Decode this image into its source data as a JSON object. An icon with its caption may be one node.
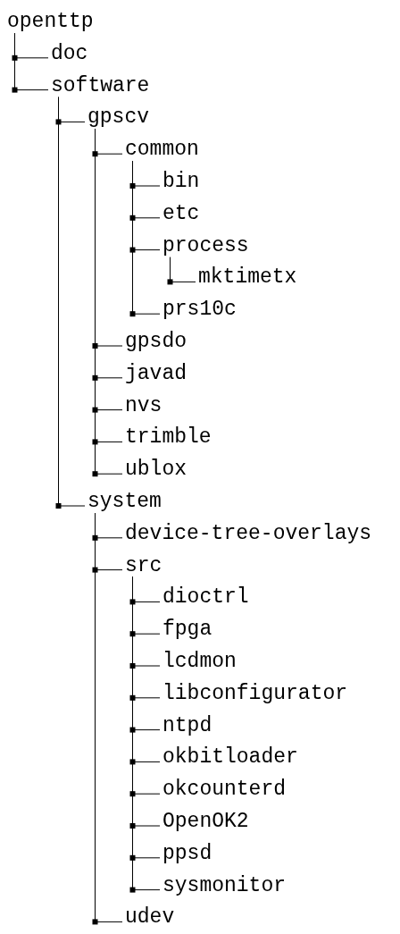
{
  "diagram": {
    "nodes": [
      {
        "text": [
          "openttp"
        ]
      },
      {
        "text": [
          "doc"
        ]
      },
      {
        "text": [
          "software"
        ]
      },
      {
        "text": [
          "gpscv"
        ]
      },
      {
        "text": [
          "common"
        ]
      },
      {
        "text": [
          "bin"
        ]
      },
      {
        "text": [
          "etc"
        ]
      },
      {
        "text": [
          "process"
        ]
      },
      {
        "text": [
          "mktimetx"
        ]
      },
      {
        "text": [
          "prs10c"
        ]
      },
      {
        "text": [
          "gpsdo"
        ]
      },
      {
        "text": [
          "javad"
        ]
      },
      {
        "text": [
          "nvs"
        ]
      },
      {
        "text": [
          "trimble"
        ]
      },
      {
        "text": [
          "ublox"
        ]
      },
      {
        "text": [
          "system"
        ]
      },
      {
        "text": [
          "device-tree-overlays"
        ]
      },
      {
        "text": [
          "src"
        ]
      },
      {
        "text": [
          "dioctrl"
        ]
      },
      {
        "text": [
          "fpga"
        ]
      },
      {
        "text": [
          "lcdmon"
        ]
      },
      {
        "text": [
          "libconfigurator"
        ]
      },
      {
        "text": [
          "ntpd"
        ]
      },
      {
        "text": [
          "okbitloader"
        ]
      },
      {
        "text": [
          "okcounterd"
        ]
      },
      {
        "text": [
          "OpenOK2"
        ]
      },
      {
        "text": [
          "ppsd"
        ]
      },
      {
        "text": [
          "sysmonitor"
        ]
      },
      {
        "text": [
          "udev"
        ]
      }
    ],
    "edges": [
      {
        "from": 0,
        "to": 1,
        "arrow": "none"
      },
      {
        "from": 0,
        "to": 2,
        "arrow": "none"
      },
      {
        "from": 2,
        "to": 3,
        "arrow": "none"
      },
      {
        "from": 3,
        "to": 4,
        "arrow": "none"
      },
      {
        "from": 4,
        "to": 5,
        "arrow": "none"
      },
      {
        "from": 4,
        "to": 6,
        "arrow": "none"
      },
      {
        "from": 4,
        "to": 7,
        "arrow": "none"
      },
      {
        "from": 7,
        "to": 8,
        "arrow": "none"
      },
      {
        "from": 4,
        "to": 9,
        "arrow": "none"
      },
      {
        "from": 3,
        "to": 10,
        "arrow": "none"
      },
      {
        "from": 3,
        "to": 11,
        "arrow": "none"
      },
      {
        "from": 3,
        "to": 12,
        "arrow": "none"
      },
      {
        "from": 3,
        "to": 13,
        "arrow": "none"
      },
      {
        "from": 3,
        "to": 14,
        "arrow": "none"
      },
      {
        "from": 2,
        "to": 15,
        "arrow": "none"
      },
      {
        "from": 15,
        "to": 16,
        "arrow": "none"
      },
      {
        "from": 15,
        "to": 17,
        "arrow": "none"
      },
      {
        "from": 17,
        "to": 18,
        "arrow": "none"
      },
      {
        "from": 17,
        "to": 19,
        "arrow": "none"
      },
      {
        "from": 17,
        "to": 20,
        "arrow": "none"
      },
      {
        "from": 17,
        "to": 21,
        "arrow": "none"
      },
      {
        "from": 17,
        "to": 22,
        "arrow": "none"
      },
      {
        "from": 17,
        "to": 23,
        "arrow": "none"
      },
      {
        "from": 17,
        "to": 24,
        "arrow": "none"
      },
      {
        "from": 17,
        "to": 25,
        "arrow": "none"
      },
      {
        "from": 17,
        "to": 26,
        "arrow": "none"
      },
      {
        "from": 17,
        "to": 27,
        "arrow": "none"
      },
      {
        "from": 15,
        "to": 28,
        "arrow": "none"
      }
    ]
  }
}
